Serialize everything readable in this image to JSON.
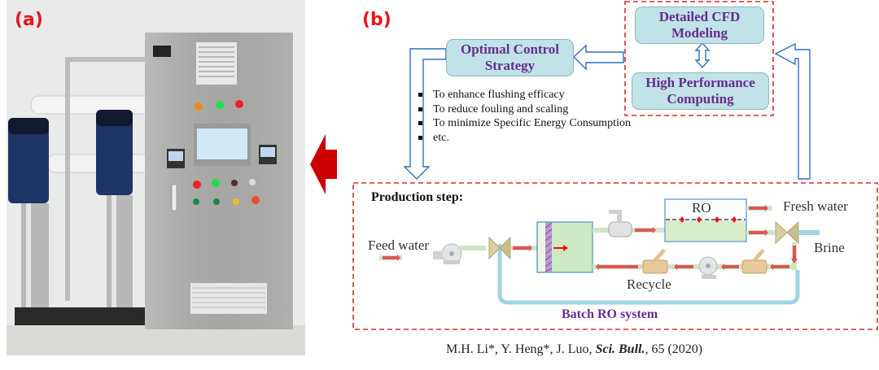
{
  "panel_a": {
    "label": "(a)",
    "image_description": "Photograph of lab-scale RO desalination equipment: two blue vertical pumps, white RO pressure vessels, stainless steel control cabinet with touchscreen, indicator lights and meters"
  },
  "arrow_between_panels": {
    "direction": "left",
    "color": "#cc0000"
  },
  "panel_b": {
    "label": "(b)",
    "boxes": {
      "optimal_control": [
        "Optimal Control",
        "Strategy"
      ],
      "cfd": [
        "Detailed CFD",
        "Modeling"
      ],
      "hpc": [
        "High Performance",
        "Computing"
      ]
    },
    "bullets": [
      "To enhance flushing efficacy",
      "To reduce fouling and scaling",
      "To minimize Specific Energy Consumption",
      "etc."
    ],
    "process": {
      "step_title": "Production step:",
      "feed_label": "Feed water",
      "ro_label": "RO",
      "fresh_label": "Fresh water",
      "brine_label": "Brine",
      "recycle_label": "Recycle",
      "system_label": "Batch RO system"
    },
    "colors": {
      "box_fill": "#bfe3e6",
      "box_text": "#6a2c91",
      "arrow_outline": "#2f6fbf",
      "dashed_border": "#d92b2b",
      "pipe": "#cde6c8",
      "loop_pipe": "#9fd3e6",
      "flow_arrow": "#e05555"
    }
  },
  "citation": {
    "authors": "M.H. Li*, Y. Heng*, J. Luo, ",
    "journal": "Sci. Bull.",
    "rest": ", 65 (2020)"
  }
}
